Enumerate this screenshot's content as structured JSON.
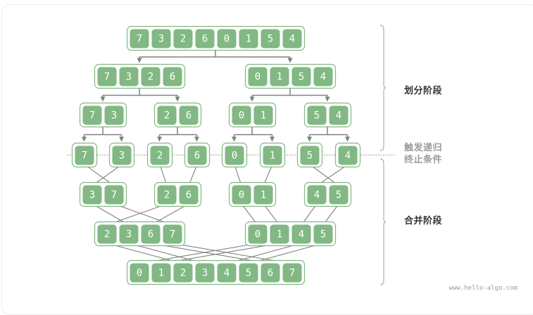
{
  "colors": {
    "cell_fill": "#82b883",
    "cell_border": "#ffffff",
    "group_border": "#82b883",
    "arrow": "#808080",
    "dotted_line": "#808080",
    "brace": "#b0b0b0"
  },
  "diagram": {
    "title": "Merge sort: divide and merge stages",
    "divide_levels": [
      [
        [
          7,
          3,
          2,
          6,
          0,
          1,
          5,
          4
        ]
      ],
      [
        [
          7,
          3,
          2,
          6
        ],
        [
          0,
          1,
          5,
          4
        ]
      ],
      [
        [
          7,
          3
        ],
        [
          2,
          6
        ],
        [
          0,
          1
        ],
        [
          5,
          4
        ]
      ],
      [
        [
          7
        ],
        [
          3
        ],
        [
          2
        ],
        [
          6
        ],
        [
          0
        ],
        [
          1
        ],
        [
          5
        ],
        [
          4
        ]
      ]
    ],
    "merge_levels": [
      [
        [
          3,
          7
        ],
        [
          2,
          6
        ],
        [
          0,
          1
        ],
        [
          4,
          5
        ]
      ],
      [
        [
          2,
          3,
          6,
          7
        ],
        [
          0,
          1,
          4,
          5
        ]
      ],
      [
        [
          0,
          1,
          2,
          3,
          4,
          5,
          6,
          7
        ]
      ]
    ]
  },
  "labels": {
    "divide_stage": "划分阶段",
    "termination_line1": "触发递归",
    "termination_line2": "终止条件",
    "merge_stage": "合并阶段"
  },
  "watermark": "www.hello-algo.com"
}
